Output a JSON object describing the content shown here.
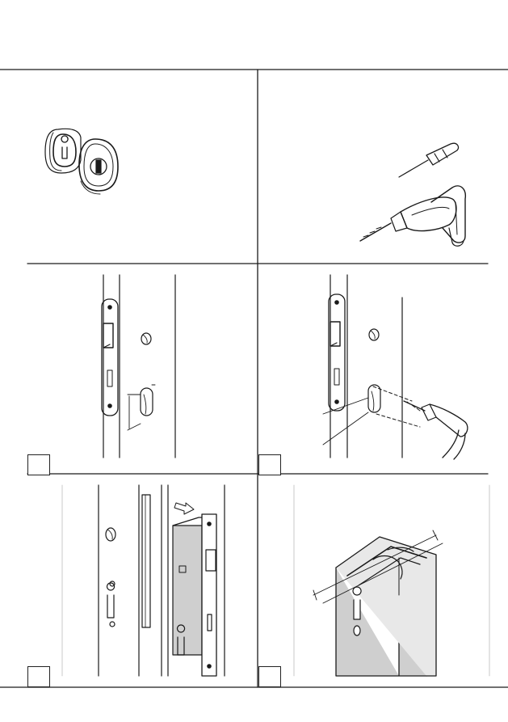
{
  "page": {
    "background": "#ffffff",
    "line_color": "#1a1a1a",
    "fill_gray": "#cfcfcf"
  },
  "panels": [
    {
      "name": "escutcheon-panel",
      "illustration": "oval-cylinder-escutcheon-pair"
    },
    {
      "name": "tools-panel",
      "illustration": "screwdriver-and-power-drill"
    },
    {
      "name": "marking-panel",
      "illustration": "door-edge-with-lock-faceplate-and-cylinder-outline",
      "step_label": ""
    },
    {
      "name": "drilling-panel",
      "illustration": "drill-boring-cylinder-hole-in-door",
      "step_label": ""
    },
    {
      "name": "insert-lock-panel",
      "illustration": "mortise-lock-inserted-into-door-edge",
      "step_label": ""
    },
    {
      "name": "profile-panel",
      "illustration": "door-profile-cross-section-with-cylinder-cutout",
      "step_label": ""
    }
  ]
}
